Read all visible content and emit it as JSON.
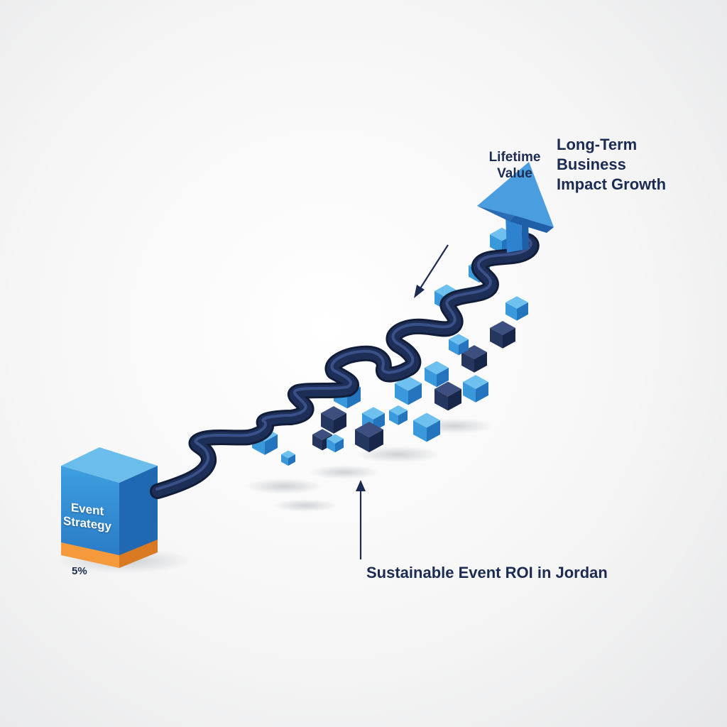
{
  "labels": {
    "lifetime_value": [
      "Lifetime",
      "Value"
    ],
    "long_term": [
      "Long-Term",
      "Business",
      "Impact Growth"
    ],
    "roi": "Sustainable Event ROI in Jordan",
    "percent": "5%",
    "box": [
      "Event",
      "Strategy"
    ]
  },
  "colors": {
    "path": "#1e2f57",
    "path_highlight": "#34497c",
    "cube_light_top": "#6ec0ee",
    "cube_light_front": "#3a99db",
    "cube_light_side": "#2474bd",
    "cube_dark_top": "#3c4f7e",
    "cube_dark_front": "#25365f",
    "cube_dark_side": "#18264a",
    "arrow": "#3d8fd6",
    "arrow_dark": "#2466ad",
    "base_stripe": "#f59a3c",
    "text": "#1b2b52"
  },
  "icons": {
    "growth_arrow": "arrow-up-icon",
    "pointer_down": "arrow-down-left-icon",
    "pointer_up": "arrow-up-icon"
  }
}
